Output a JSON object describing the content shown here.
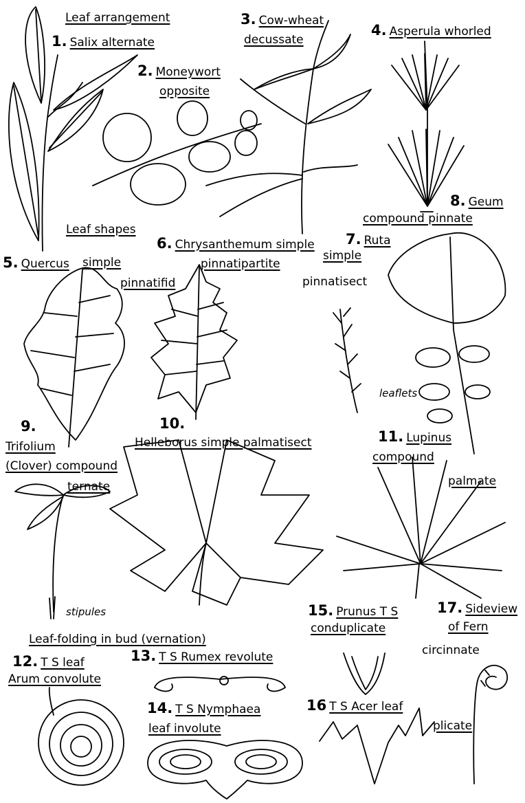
{
  "sections": {
    "arrangement": "Leaf arrangement",
    "shapes": "Leaf shapes",
    "vernation": "Leaf-folding in bud (vernation)"
  },
  "figures": [
    {
      "num": "1.",
      "lines": [
        "Salix alternate"
      ]
    },
    {
      "num": "2.",
      "lines": [
        "Moneywort",
        "opposite"
      ]
    },
    {
      "num": "3.",
      "lines": [
        "Cow-wheat",
        "decussate"
      ]
    },
    {
      "num": "4.",
      "lines": [
        "Asperula whorled"
      ]
    },
    {
      "num": "5.",
      "lines": [
        "Quercus",
        "simple",
        "pinnatifid"
      ]
    },
    {
      "num": "6.",
      "lines": [
        "Chrysanthemum simple",
        "pinnatipartite"
      ]
    },
    {
      "num": "7.",
      "lines": [
        "Ruta",
        "simple",
        "pinnatisect"
      ]
    },
    {
      "num": "8.",
      "lines": [
        "Geum",
        "compound pinnate"
      ],
      "annotation": "leaflets"
    },
    {
      "num": "9.",
      "lines": [
        "Trifolium",
        "(Clover) compound",
        "ternate"
      ],
      "annotation": "stipules"
    },
    {
      "num": "10.",
      "lines": [
        "Helleborus simple palmatisect"
      ]
    },
    {
      "num": "11.",
      "lines": [
        "Lupinus",
        "compound",
        "palmate"
      ]
    },
    {
      "num": "12.",
      "lines": [
        "T S leaf",
        "Arum convolute"
      ]
    },
    {
      "num": "13.",
      "lines": [
        "T S Rumex revolute"
      ]
    },
    {
      "num": "14.",
      "lines": [
        "T S Nymphaea",
        "leaf involute"
      ]
    },
    {
      "num": "15.",
      "lines": [
        "Prunus T S",
        "conduplicate"
      ]
    },
    {
      "num": "16",
      "lines": [
        "T S Acer leaf",
        "plicate"
      ]
    },
    {
      "num": "17.",
      "lines": [
        "Sideview",
        "of Fern",
        "circinnate"
      ]
    }
  ]
}
